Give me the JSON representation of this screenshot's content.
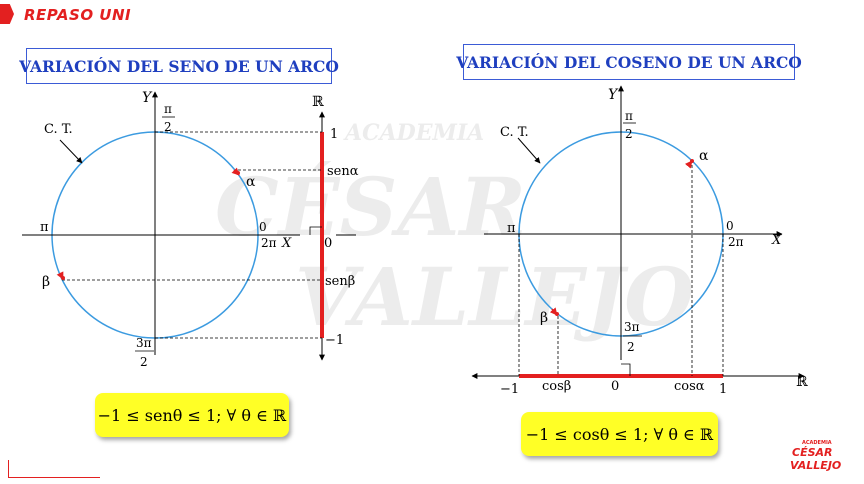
{
  "header": {
    "label": "REPASO UNI"
  },
  "left_panel": {
    "title": "VARIACIÓN DEL SENO DE UN ARCO",
    "labels": {
      "ct": "C. T.",
      "y": "Y",
      "pi_half_num": "π",
      "pi_half_den": "2",
      "pi": "π",
      "zero": "0",
      "two_pi": "2π",
      "x": "X",
      "alpha": "α",
      "beta": "β",
      "three_pi_num": "3π",
      "three_pi_den": "2",
      "reals": "ℝ",
      "one": "1",
      "sen_alpha": "senα",
      "zero_axis": "0",
      "sen_beta": "senβ",
      "minus_one": "−1"
    },
    "formula": "−1 ≤ senθ ≤ 1; ∀ θ ∈  ℝ"
  },
  "right_panel": {
    "title": "VARIACIÓN DEL COSENO DE UN ARCO",
    "labels": {
      "ct": "C. T.",
      "y": "Y",
      "pi_half_num": "π",
      "pi_half_den": "2",
      "pi": "π",
      "zero": "0",
      "two_pi": "2π",
      "x": "X",
      "alpha": "α",
      "beta": "β",
      "three_pi_num": "3π",
      "three_pi_den": "2",
      "reals": "ℝ",
      "minus_one": "−1",
      "cos_beta": "cosβ",
      "zero_axis": "0",
      "cos_alpha": "cosα",
      "one": "1"
    },
    "formula": "−1 ≤ cosθ ≤ 1; ∀ θ ∈  ℝ"
  },
  "watermark": {
    "line1": "ACADEMIA",
    "line2": "CÉSAR",
    "line3": "VALLEJO"
  },
  "logo": {
    "small": "ACADEMIA",
    "line1": "CÉSAR",
    "line2": "VALLEJO"
  },
  "colors": {
    "circle": "#3c9be0",
    "highlight": "#e32020",
    "title": "#1f3fbf",
    "formula_bg": "#ffff26"
  }
}
